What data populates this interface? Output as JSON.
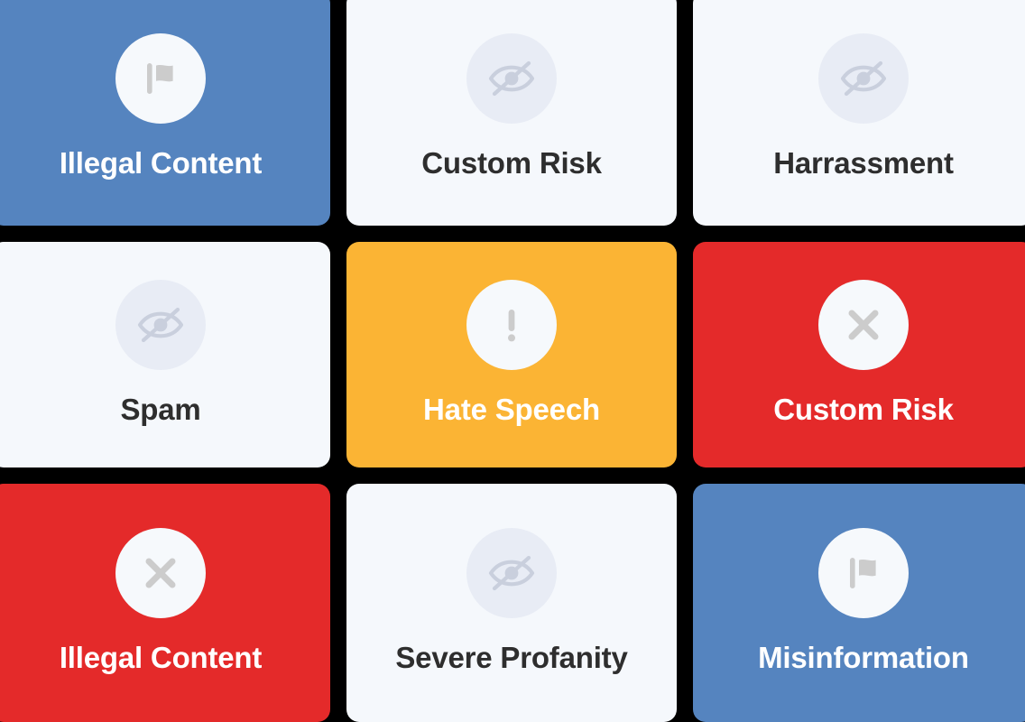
{
  "colors": {
    "background": "#000000",
    "blue": "#5584bf",
    "red": "#e42a2a",
    "amber": "#fbb434",
    "light_card": "#f5f8fc",
    "light_text": "#2e2e2e",
    "dark_text_on_color": "#ffffff",
    "icon_glyph": "#cccccc",
    "icon_badge_on_color": "#f6f9fc",
    "icon_badge_on_light": "#e8ecf5"
  },
  "grid": {
    "columns": 3,
    "rows": 3,
    "cards": [
      {
        "id": "card-1",
        "label": "Illegal Content",
        "theme": "blue",
        "icon": "flag-icon"
      },
      {
        "id": "card-2",
        "label": "Custom Risk",
        "theme": "light",
        "icon": "eye-off-icon"
      },
      {
        "id": "card-3",
        "label": "Harrassment",
        "theme": "light",
        "icon": "eye-off-icon"
      },
      {
        "id": "card-4",
        "label": "Spam",
        "theme": "light",
        "icon": "eye-off-icon"
      },
      {
        "id": "card-5",
        "label": "Hate Speech",
        "theme": "amber",
        "icon": "exclamation-icon"
      },
      {
        "id": "card-6",
        "label": "Custom Risk",
        "theme": "red",
        "icon": "close-x-icon"
      },
      {
        "id": "card-7",
        "label": "Illegal Content",
        "theme": "red",
        "icon": "close-x-icon"
      },
      {
        "id": "card-8",
        "label": "Severe Profanity",
        "theme": "light",
        "icon": "eye-off-icon"
      },
      {
        "id": "card-9",
        "label": "Misinformation",
        "theme": "blue",
        "icon": "flag-icon"
      }
    ]
  }
}
